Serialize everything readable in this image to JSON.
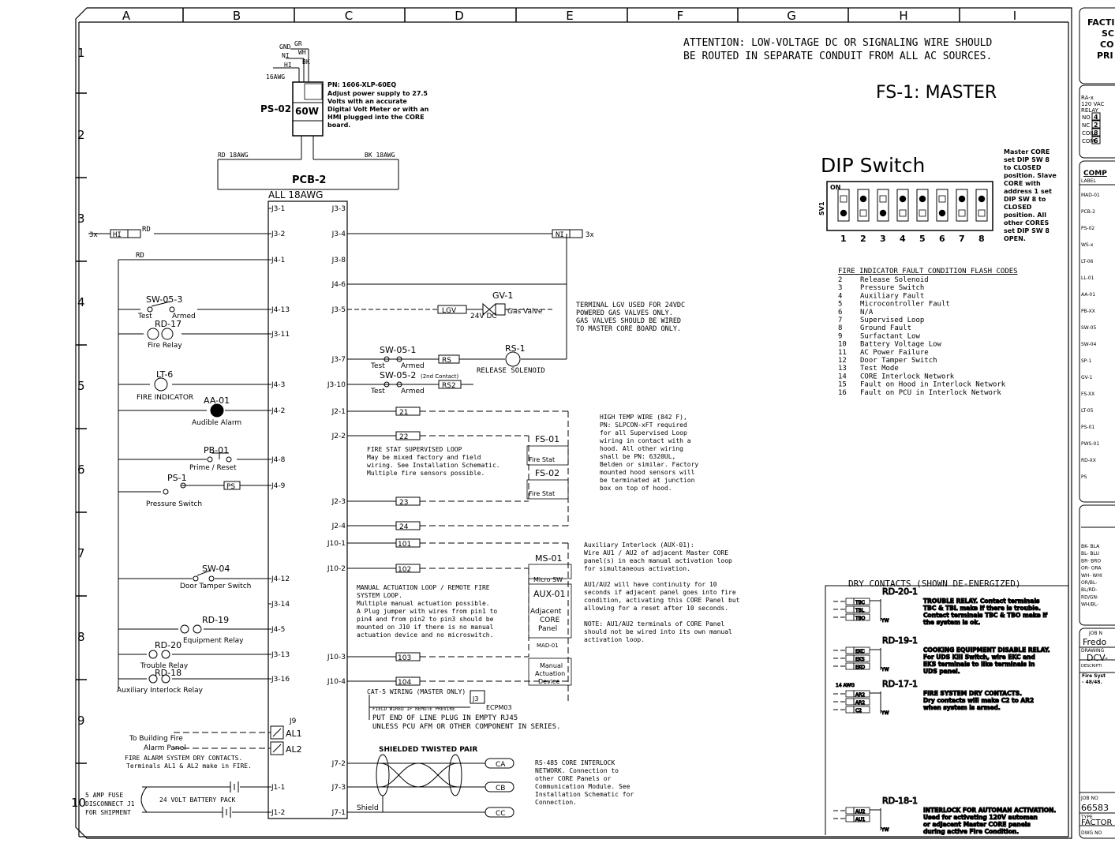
{
  "sheet": {
    "col_labels": [
      "A",
      "B",
      "C",
      "D",
      "E",
      "F",
      "G",
      "H",
      "I"
    ],
    "row_labels": [
      "1",
      "2",
      "3",
      "4",
      "5",
      "6",
      "7",
      "8",
      "9",
      "10"
    ]
  },
  "header": {
    "attention_1": "ATTENTION: LOW-VOLTAGE DC OR SIGNALING WIRE SHOULD",
    "attention_2": "BE ROUTED IN SEPARATE CONDUIT FROM ALL AC SOURCES.",
    "title": "FS-1: MASTER"
  },
  "power_supply": {
    "wires": [
      "GND",
      "GR",
      "NI",
      "WH",
      "HI",
      "BK",
      "16AWG"
    ],
    "label": "PS-02",
    "watts": "60W",
    "pn": "PN: 1606-XLP-60EQ",
    "notes": [
      "Adjust power supply to 27.5",
      "Volts with an accurate",
      "Digital Volt Meter or with an",
      "HMI plugged into the CORE",
      "board."
    ],
    "rd_wire": "RD 18AWG",
    "bk_wire": "BK 18AWG"
  },
  "pcb": {
    "label": "PCB-2",
    "sub": "ALL 18AWG",
    "left_terms": [
      "J3-1",
      "J3-2",
      "J4-1",
      "J4-13",
      "J3-11",
      "J4-3",
      "J4-2",
      "J4-8",
      "J4-9",
      "J4-12",
      "J3-14",
      "J4-5",
      "J3-13",
      "J3-16",
      "J1-1",
      "J1-2"
    ],
    "right_terms": [
      "J3-3",
      "J3-4",
      "J3-8",
      "J4-6",
      "J3-5",
      "J3-7",
      "J3-10",
      "J2-1",
      "J2-2",
      "J2-3",
      "J2-4",
      "J10-1",
      "J10-2",
      "J10-3",
      "J10-4",
      "J7-2",
      "J7-3",
      "J7-1"
    ],
    "j9": "J9",
    "al1": "AL1",
    "al2": "AL2"
  },
  "left_devices": {
    "hi": "HI",
    "rd": "RD",
    "n3x": "3x",
    "sw053": "SW-05-3",
    "test": "Test",
    "armed": "Armed",
    "rd17": "RD-17",
    "fire_relay": "Fire Relay",
    "lt6": "LT-6",
    "fire_indicator": "FIRE INDICATOR",
    "aa01": "AA-01",
    "audible_alarm": "Audible Alarm",
    "pb01": "PB-01",
    "prime_reset": "Prime / Reset",
    "ps1": "PS-1",
    "ps": "PS",
    "pressure_switch": "Pressure Switch",
    "sw04": "SW-04",
    "door_tamper": "Door Tamper Switch",
    "rd19": "RD-19",
    "equipment_relay": "Equipment  Relay",
    "rd20": "RD-20",
    "trouble_relay": "Trouble Relay",
    "rd18": "RD-18",
    "aux_interlock_relay": "Auxiliary Interlock Relay",
    "to_building_1": "To Building Fire",
    "to_building_2": "Alarm Panel",
    "fire_alarm_1": "FIRE ALARM SYSTEM DRY CONTACTS.",
    "fire_alarm_2": "Terminals AL1 & AL2 make in FIRE.",
    "fuse_1": "5 AMP FUSE",
    "fuse_2": "DISCONNECT J1",
    "fuse_3": "FOR SHIPMENT",
    "battery": "24 VOLT BATTERY PACK"
  },
  "right_devices": {
    "ni": "NI",
    "gv1": "GV-1",
    "lgv": "LGV",
    "dc24": "24V DC",
    "gas_valve": "Gas Valve",
    "lgv_note": [
      "TERMINAL LGV USED FOR 24VDC",
      "POWERED GAS VALVES ONLY.",
      "GAS VALVES SHOULD BE WIRED",
      "TO MASTER CORE BOARD ONLY."
    ],
    "sw051": "SW-05-1",
    "sw052": "SW-05-2",
    "second_contact": "(2nd Contact)",
    "rs": "RS",
    "rs2": "RS2",
    "rs1": "RS-1",
    "release_solenoid": "RELEASE SOLENOID",
    "t21": "21",
    "t22": "22",
    "t23": "23",
    "t24": "24",
    "t101": "101",
    "t102": "102",
    "t103": "103",
    "t104": "104",
    "fs01": "FS-01",
    "fs02": "FS-02",
    "fire_stat": "Fire Stat",
    "firestat_note": [
      "FIRE STAT SUPERVISED LOOP",
      "May be mixed factory and field",
      "wiring.  See Installation Schematic.",
      "Multiple fire sensors possible."
    ],
    "hightemp_note": [
      "HIGH TEMP WIRE (842 F),",
      "PN: SLPCON-xFT required",
      "for all Supervised Loop",
      "wiring in contact with a",
      "hood.  All other wiring",
      "shall be PN: 6320UL,",
      "Belden or similar.  Factory",
      "mounted hood sensors will",
      "be terminated at junction",
      "box on top of hood."
    ],
    "ms01": "MS-01",
    "micro_sw": "Micro SW",
    "aux01": "AUX-01",
    "adjacent": "Adjacent",
    "core_panel_1": "CORE",
    "core_panel_2": "Panel",
    "mad01": "MAD-01",
    "manual_act_1": "Manual",
    "manual_act_2": "Actuation",
    "manual_act_3": "Device",
    "aux_note": [
      "Auxiliary Interlock (AUX-01):",
      "Wire AU1 / AU2 of adjacent Master CORE",
      "panel(s) in each manual activation loop",
      "for simultaneous activation.",
      "",
      "AU1/AU2 will have continuity for 10",
      "seconds if adjacent panel goes into fire",
      "condition, activating this CORE Panel but",
      "allowing for a reset after 10 seconds.",
      "",
      "NOTE: AU1/AU2 terminals of CORE Panel",
      "should not be wired into its own manual",
      "activation loop."
    ],
    "manual_note": [
      "MANUAL ACTUATION LOOP / REMOTE FIRE",
      "SYSTEM LOOP.",
      "Multiple manual actuation possible.",
      "A Plug jumper with wires from pin1 to",
      "pin4 and from pin2 to pin3 should be",
      "mounted on J10 if there is no manual",
      "actuation device and no microswitch."
    ],
    "cat5": "CAT-5 WIRING (MASTER ONLY)",
    "field_wired": "FIELD WIRED IF REMOTE PREVIRE",
    "ecpm": "ECPM03",
    "j3": "J3",
    "eol_1": "PUT END OF LINE PLUG IN EMPTY RJ45",
    "eol_2": "UNLESS PCU AFM OR OTHER COMPONENT IN SERIES.",
    "shielded": "SHIELDED TWISTED PAIR",
    "shield": "Shield",
    "ca": "CA",
    "cb": "CB",
    "cc": "CC",
    "rs485_note": [
      "RS-485 CORE INTERLOCK",
      "NETWORK.  Connection to",
      "other CORE Panels or",
      "Communication Module.  See",
      "Installation Schematic for",
      "Connection."
    ]
  },
  "dip": {
    "title": "DIP Switch",
    "on": "ON",
    "sv": "SV1",
    "numbers": [
      "1",
      "2",
      "3",
      "4",
      "5",
      "6",
      "7",
      "8"
    ],
    "knob_up": [
      false,
      true,
      false,
      true,
      true,
      false,
      true,
      true
    ],
    "note": [
      "Master CORE",
      "set DIP SW 8",
      "to CLOSED",
      "position. Slave",
      "CORE with",
      "address 1 set",
      "DIP SW 8 to",
      "CLOSED",
      "position. All",
      "other CORES",
      "set DIP SW 8",
      "OPEN."
    ]
  },
  "flash_codes": {
    "title": "FIRE INDICATOR FAULT CONDITION FLASH CODES",
    "codes": [
      {
        "n": "2",
        "d": "Release Solenoid"
      },
      {
        "n": "3",
        "d": "Pressure Switch"
      },
      {
        "n": "4",
        "d": "Auxiliary Fault"
      },
      {
        "n": "5",
        "d": "Microcontroller Fault"
      },
      {
        "n": "6",
        "d": "N/A"
      },
      {
        "n": "7",
        "d": "Supervised Loop"
      },
      {
        "n": "8",
        "d": "Ground Fault"
      },
      {
        "n": "9",
        "d": "Surfactant Low"
      },
      {
        "n": "10",
        "d": "Battery Voltage Low"
      },
      {
        "n": "11",
        "d": "AC Power Failure"
      },
      {
        "n": "12",
        "d": "Door Tamper Switch"
      },
      {
        "n": "13",
        "d": "Test Mode"
      },
      {
        "n": "14",
        "d": "CORE Interlock Network"
      },
      {
        "n": "15",
        "d": "Fault on Hood in Interlock Network"
      },
      {
        "n": "16",
        "d": "Fault on PCU in Interlock Network"
      }
    ]
  },
  "dry_contacts": {
    "title": "DRY CONTACTS (SHOWN DE-ENERGIZED)",
    "items": [
      {
        "label": "RD-20-1",
        "terms": [
          "TBC",
          "TBL",
          "TBO"
        ],
        "text": [
          "TROUBLE RELAY. Contact terminals",
          "TBC & TBL make if there is trouble.",
          "Contact terminals TBC & TBO make if",
          "the system is ok."
        ]
      },
      {
        "label": "RD-19-1",
        "terms": [
          "EKC",
          "EKS",
          "EKO"
        ],
        "text": [
          "COOKING EQUIPMENT DISABLE RELAY.",
          "For UDS Kill Switch, wire EKC and",
          "EKS terminals to like terminals in",
          "UDS panel."
        ]
      },
      {
        "label": "RD-17-1",
        "terms": [
          "AR2",
          "AR2",
          "C2"
        ],
        "text": [
          "FIRE SYSTEM DRY CONTACTS.",
          "Dry contacts will make C2 to AR2",
          "when system is armed."
        ]
      },
      {
        "label": "RD-18-1",
        "terms": [
          "AU2",
          "AU1"
        ],
        "text": [
          "INTERLOCK FOR AUTOMAN ACTIVATION.",
          "Used for activating 120V automan",
          "or adjacent Master CORE panels",
          "during active Fire Condition."
        ]
      }
    ],
    "awg": "14 AWG",
    "yw": "YW"
  },
  "title_block": {
    "lines": [
      "FACTI",
      "SC",
      "CO",
      "PRI"
    ],
    "relay": [
      "RA-x",
      "120 VAC",
      "RELAY"
    ],
    "relay_pins": [
      {
        "l": "NO",
        "n": "4"
      },
      {
        "l": "NC",
        "n": "2"
      },
      {
        "l": "COIL",
        "n": "8"
      },
      {
        "l": "COM",
        "n": "6"
      }
    ],
    "comp": "COMP",
    "label": "LABEL",
    "comp_rows": [
      "MAD-01",
      "PCB-2",
      "PS-02",
      "WS-x",
      "LT-06",
      "LL-01",
      "AA-01",
      "PB-XX",
      "SW-05",
      "SW-04",
      "SP-1",
      "GV-1",
      "FS-XX",
      "LT-05",
      "PS-01",
      "PWS-01",
      "RD-XX",
      "PS"
    ],
    "colors": [
      "BK- BLA",
      "BL- BLU",
      "BR- BRO",
      "OR- ORA",
      "WH- WHI",
      "OR/BL- ",
      "BL/RD- ",
      "RD/GN- ",
      "WH/BL- "
    ],
    "job_no_label": "JOB N",
    "job_val": "Fredo",
    "drawing_label": "DRAWING",
    "drawing_val": "DCV-",
    "desc_label": "DESCRIPTI",
    "desc_1": "Fire Syst",
    "desc_2": "- 48/48.",
    "job2_label": "JOB NO",
    "job2_val": "66583",
    "type_label": "TYPE",
    "type_val": "FACTOR",
    "dwg_label": "DWG NO"
  }
}
